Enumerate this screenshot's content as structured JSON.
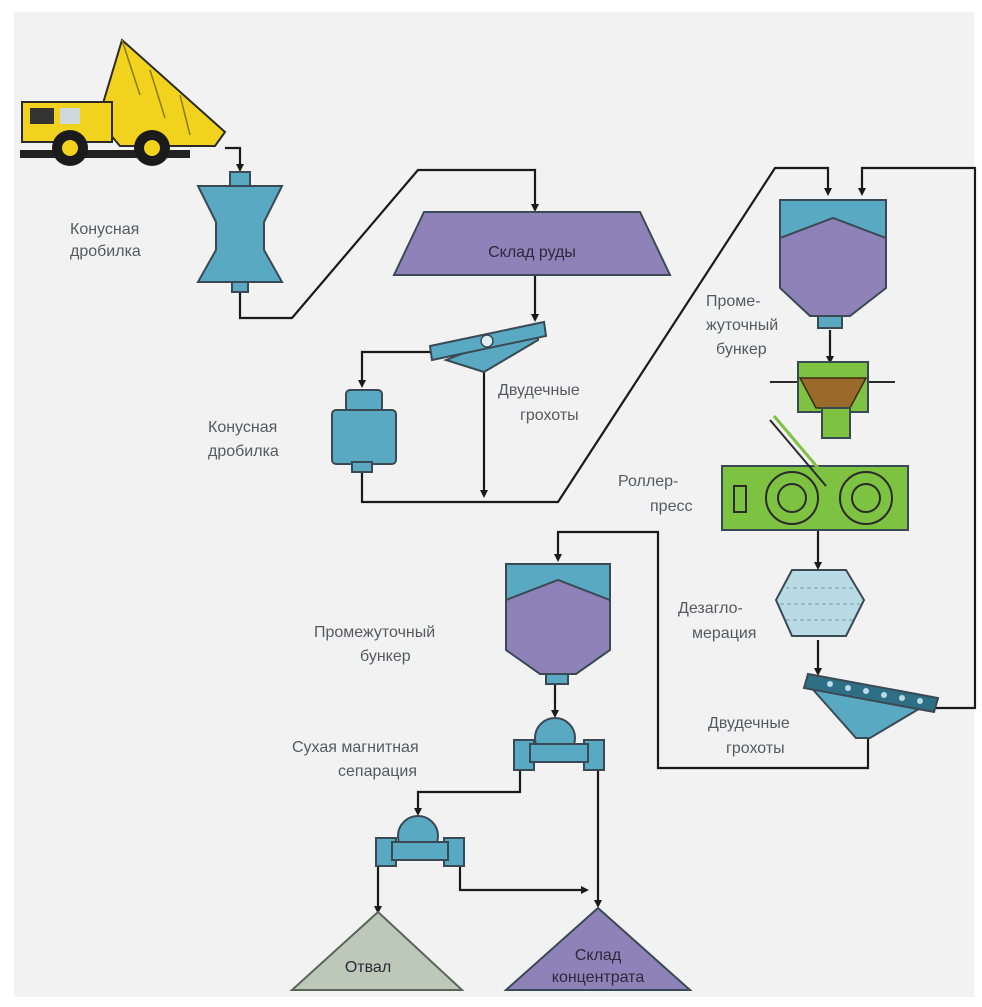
{
  "diagram": {
    "colors": {
      "background": "#f2f2f2",
      "equipment_blue": "#5aa9c3",
      "equipment_purple": "#8f82b8",
      "roller_green": "#7ec242",
      "hopper_brown": "#9a6a2a",
      "deagglomeration": "#b9dbe6",
      "dump_grey": "#bcc8b8",
      "truck_yellow": "#f1d21c"
    },
    "icons": [
      "dump-truck-icon",
      "cone-crusher-icon",
      "ore-stockpile-icon",
      "screen-icon",
      "hopper-icon",
      "roller-press-icon",
      "deagglomerator-icon",
      "magnetic-separator-icon",
      "dump-pile-icon",
      "concentrate-stockpile-icon"
    ],
    "labels": {
      "cone_crusher_1": [
        "Конусная",
        "дробилка"
      ],
      "ore_store": "Склад руды",
      "double_deck_screen_1": [
        "Двудечные",
        "грохоты"
      ],
      "cone_crusher_2": [
        "Конусная",
        "дробилка"
      ],
      "interm_bunker_1": [
        "Проме-",
        "жуточный",
        "бункер"
      ],
      "roller_press": [
        "Роллер-",
        "пресс"
      ],
      "deagglomeration": [
        "Дезагло-",
        "мерация"
      ],
      "double_deck_screen_2": [
        "Двудечные",
        "грохоты"
      ],
      "interm_bunker_2": [
        "Промежуточный",
        "бункер"
      ],
      "dry_mag_sep": [
        "Сухая магнитная",
        "сепарация"
      ],
      "tailings": "Отвал",
      "concentrate_store": [
        "Склад",
        "концентрата"
      ]
    }
  }
}
